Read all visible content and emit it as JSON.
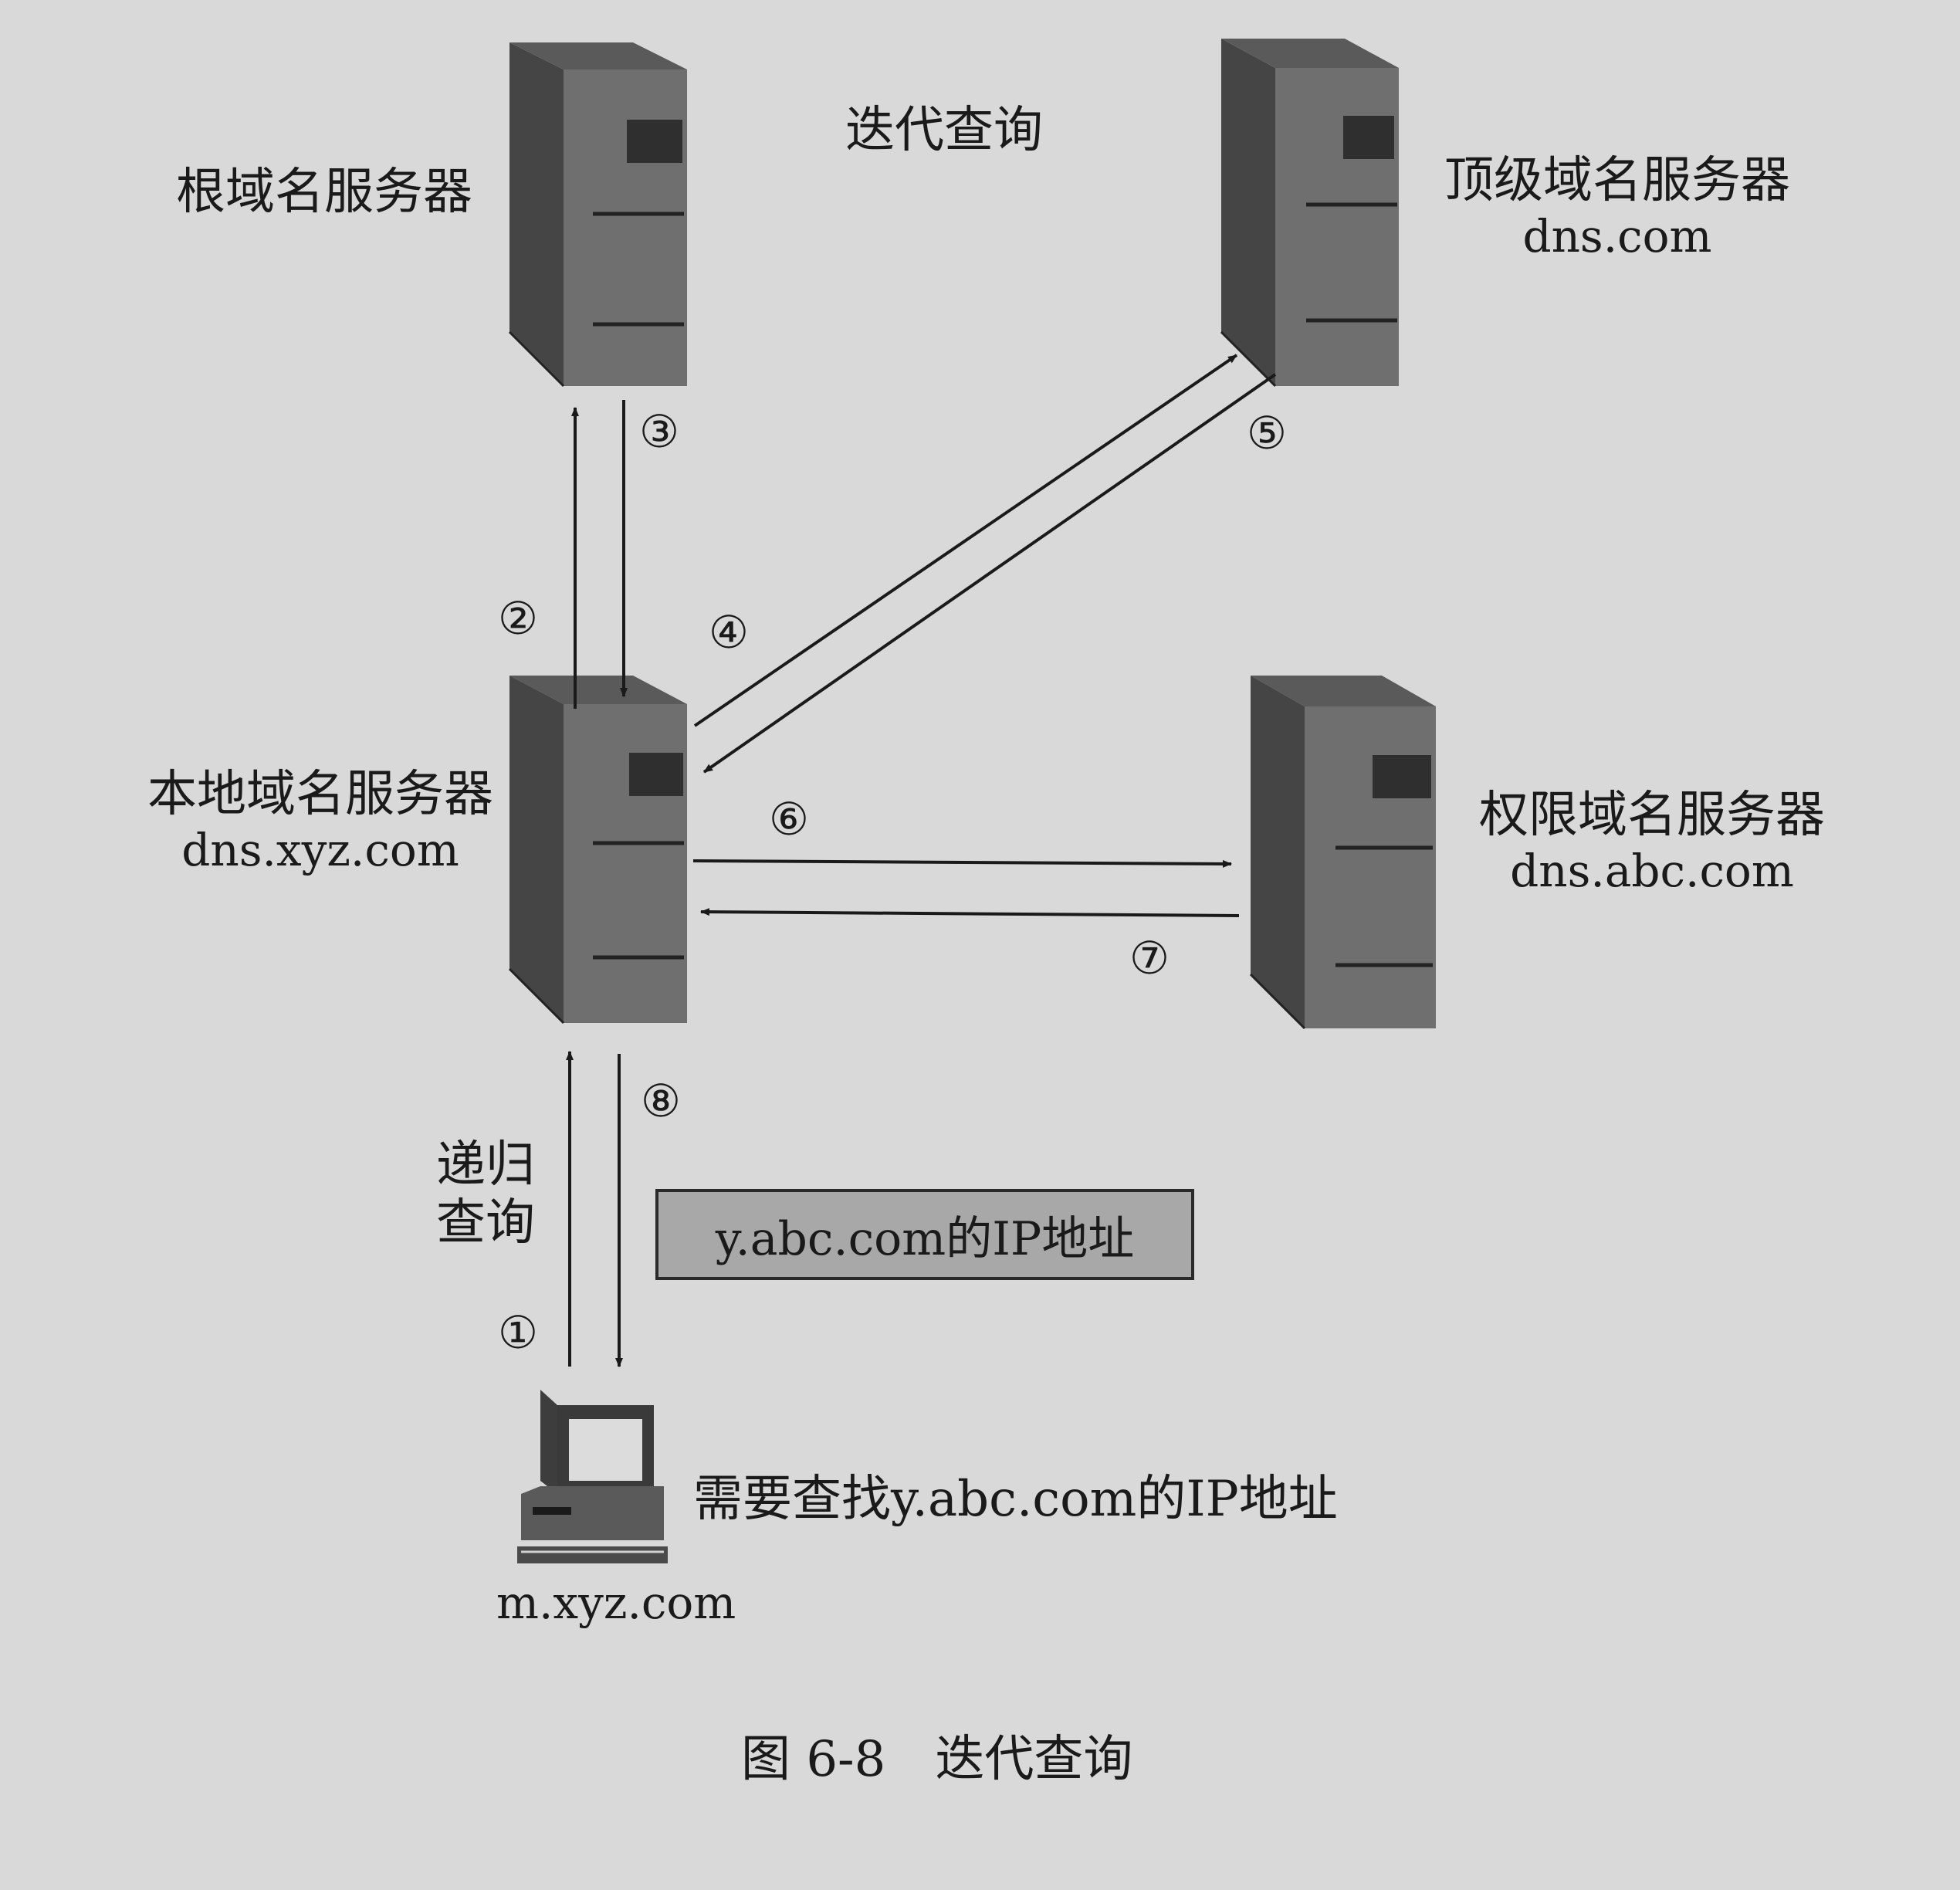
{
  "diagram": {
    "title_top": "迭代查询",
    "caption": "图 6-8　迭代查询",
    "nodes": {
      "root": {
        "label": "根域名服务器"
      },
      "tld": {
        "label": "顶级域名服务器",
        "host": "dns.com"
      },
      "local": {
        "label": "本地域名服务器",
        "host": "dns.xyz.com"
      },
      "auth": {
        "label": "权限域名服务器",
        "host": "dns.abc.com"
      },
      "client": {
        "host": "m.xyz.com",
        "note": "需要查找y.abc.com的IP地址"
      }
    },
    "recursive_label": [
      "递归",
      "查询"
    ],
    "result_box": "y.abc.com的IP地址",
    "steps": [
      "①",
      "②",
      "③",
      "④",
      "⑤",
      "⑥",
      "⑦",
      "⑧"
    ],
    "colors": {
      "background": "#d9d9d9",
      "server_front": "#6f6f6f",
      "server_side": "#454545",
      "box_fill": "#a8a8a8"
    }
  }
}
